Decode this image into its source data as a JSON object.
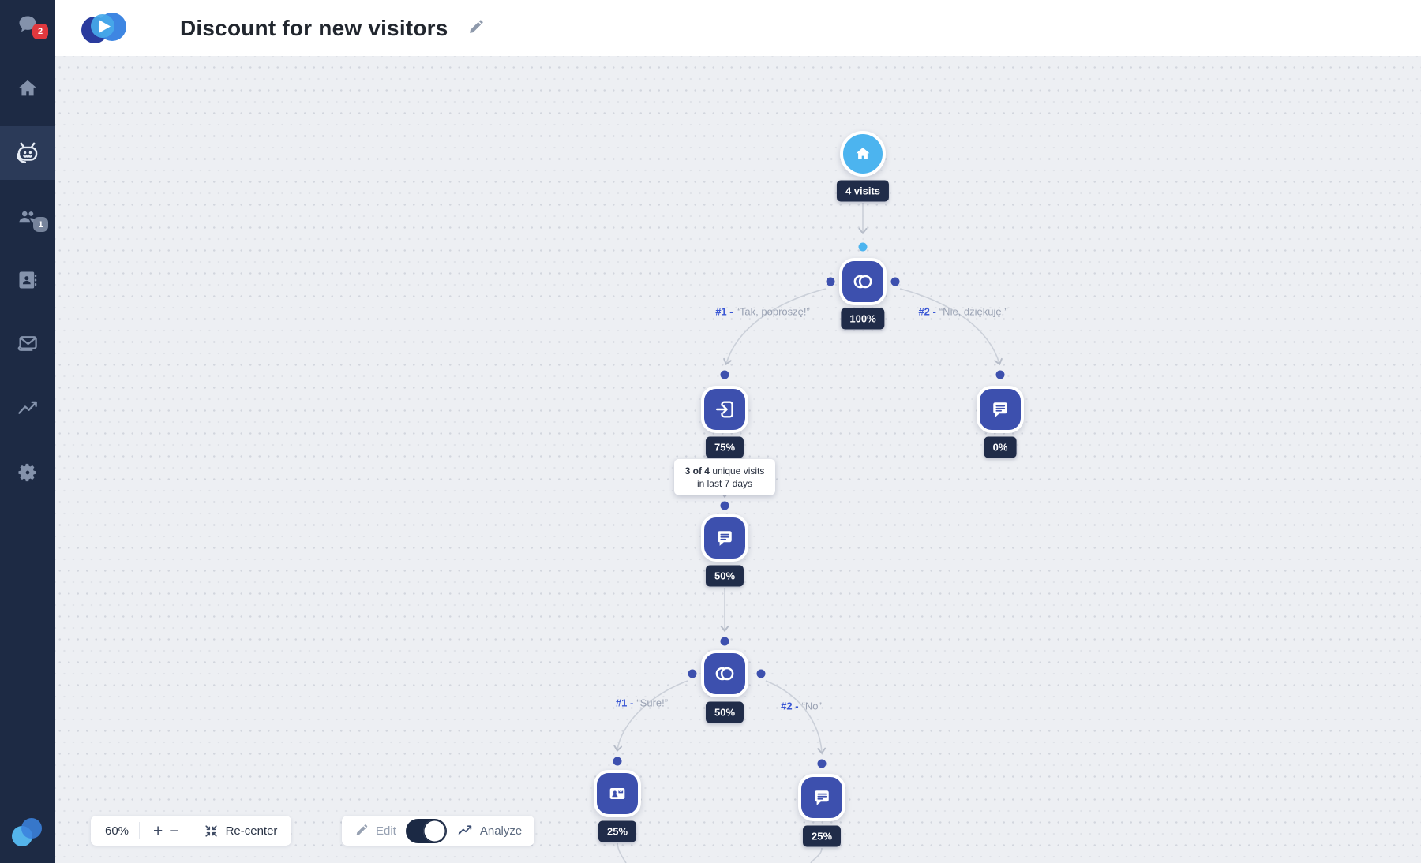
{
  "header": {
    "title": "Discount for new visitors"
  },
  "sidebar": {
    "chat_badge": "2",
    "users_badge": "1",
    "icons": [
      "chat-icon",
      "home-icon",
      "bot-icon",
      "users-icon",
      "contacts-icon",
      "mail-icon",
      "analytics-icon",
      "gear-icon",
      "brand-logo"
    ]
  },
  "flow": {
    "nodes": [
      {
        "id": "start",
        "type": "start-home",
        "badge": "4 visits"
      },
      {
        "id": "buttons-1",
        "type": "buttons-question",
        "badge": "100%"
      },
      {
        "id": "goto",
        "type": "goto-block",
        "badge": "75%"
      },
      {
        "id": "message-right",
        "type": "message",
        "badge": "0%"
      },
      {
        "id": "message-mid",
        "type": "message",
        "badge": "50%"
      },
      {
        "id": "buttons-2",
        "type": "buttons-question",
        "badge": "50%"
      },
      {
        "id": "email-question",
        "type": "email-question",
        "badge": "25%"
      },
      {
        "id": "message-bottom",
        "type": "message",
        "badge": "25%"
      }
    ],
    "edge_labels": [
      {
        "num": "#1 -",
        "text": "“Tak, poproszę!”"
      },
      {
        "num": "#2 -",
        "text": "“Nie, dziękuję.”"
      },
      {
        "num": "#1 -",
        "text": "“Sure!”"
      },
      {
        "num": "#2 -",
        "text": "“No”"
      }
    ],
    "tooltip": {
      "bold": "3 of 4",
      "rest": " unique visits in last 7 days"
    }
  },
  "toolbar": {
    "zoom_level": "60%",
    "zoom_in": "+",
    "zoom_out": "−",
    "recenter": "Re-center",
    "edit": "Edit",
    "analyze": "Analyze"
  },
  "colors": {
    "accent_indigo": "#3d50ae",
    "start_blue": "#4cb4ef",
    "badge_bg": "#202c49",
    "sidebar_bg": "#1d2a44",
    "notification_red": "#e0383e"
  }
}
